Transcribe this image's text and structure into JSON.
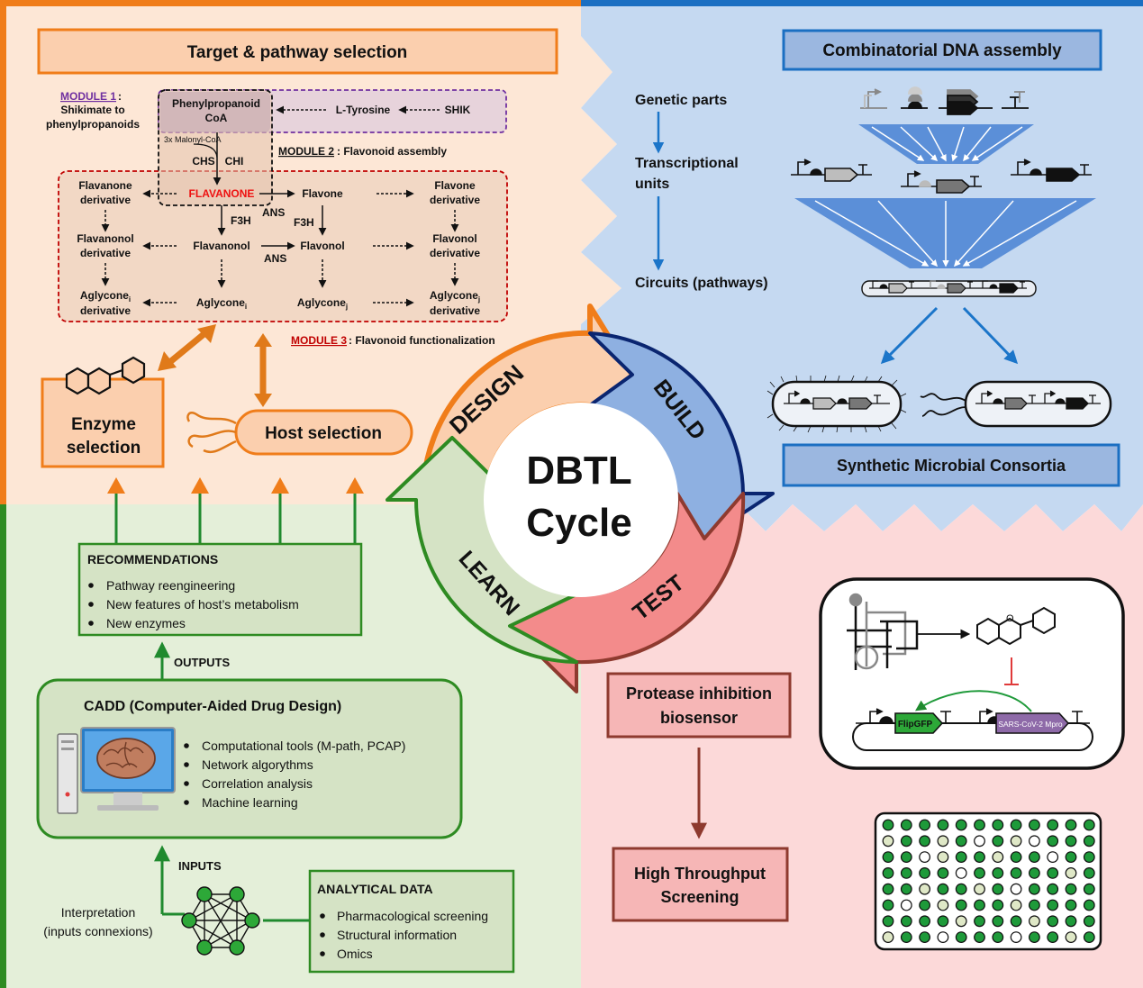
{
  "colors": {
    "design": "#f07d1a",
    "build": "#1b6fc2",
    "test": "#b5403c",
    "learn": "#2e8b22",
    "design_bg": "#fde7d6",
    "build_bg": "#c5d9f1",
    "test_bg": "#fcd9d9",
    "learn_bg": "#e4efd9"
  },
  "design": {
    "title": "Target & pathway selection",
    "module1_label": "MODULE 1",
    "module1_colon": ":",
    "module1_desc_1": "Shikimate to",
    "module1_desc_2": "phenylpropanoids",
    "module2_label": "MODULE 2",
    "module2_desc": ": Flavonoid assembly",
    "module3_label": "MODULE 3",
    "module3_desc": ": Flavonoid functionalization",
    "phenyl_1": "Phenylpropanoid",
    "phenyl_2": "CoA",
    "tyrosine": "L-Tyrosine",
    "shik": "SHIK",
    "malonyl": "3x Malonyl-CoA",
    "chs": "CHS",
    "chi": "CHI",
    "flavanone": "FLAVANONE",
    "flavone": "Flavone",
    "flavanone_deriv_1": "Flavanone",
    "flavanone_deriv_2": "derivative",
    "flavone_deriv_1": "Flavone",
    "flavone_deriv_2": "derivative",
    "f3h_1": "F3H",
    "ans_1": "ANS",
    "f3h_2": "F3H",
    "flavanonol": "Flavanonol",
    "flavonol": "Flavonol",
    "ans_2": "ANS",
    "flavanonol_deriv_1": "Flavanonol",
    "flavanonol_deriv_2": "derivative",
    "flavonol_deriv_1": "Flavonol",
    "flavonol_deriv_2": "derivative",
    "aglycone_i": "Aglycone",
    "sub_i": "i",
    "aglycone_j": "Aglycone",
    "sub_j": "j",
    "aglycone_i_deriv_1": "Aglycone",
    "aglycone_i_deriv_2": "derivative",
    "aglycone_j_deriv_1": "Aglycone",
    "aglycone_j_deriv_2": "derivative",
    "enzyme_1": "Enzyme",
    "enzyme_2": "selection",
    "host": "Host selection"
  },
  "build": {
    "title": "Combinatorial DNA assembly",
    "genetic_parts": "Genetic parts",
    "transcriptional_1": "Transcriptional",
    "transcriptional_2": "units",
    "circuits": "Circuits (pathways)",
    "consortia": "Synthetic Microbial Consortia"
  },
  "cycle": {
    "center_1": "DBTL",
    "center_2": "Cycle",
    "design": "DESIGN",
    "build": "BUILD",
    "test": "TEST",
    "learn": "LEARN"
  },
  "test": {
    "biosensor_1": "Protease inhibition",
    "biosensor_2": "biosensor",
    "hts_1": "High Throughput",
    "hts_2": "Screening",
    "flipgfp": "FlipGFP",
    "mpro": "SARS-CoV-2 Mpro",
    "plate_pattern": [
      "GGGGGGGGGGGG",
      "LGGLGWGLWGGG",
      "GGWLGGLGGWGG",
      "GGGGWGGGGGLG",
      "GGLGGLGWGGGG",
      "GWGLGGGLGGGG",
      "GGGGLGGGLGGG",
      "LGGWGGGWGGLG"
    ]
  },
  "learn": {
    "recommendations_title": "RECOMMENDATIONS",
    "recommendations": [
      "Pathway reengineering",
      "New features of host’s metabolism",
      "New enzymes"
    ],
    "outputs": "OUTPUTS",
    "cadd_title": "CADD (Computer-Aided Drug Design)",
    "cadd_items": [
      "Computational tools (M-path, PCAP)",
      "Network algorythms",
      "Correlation analysis",
      "Machine learning"
    ],
    "inputs": "INPUTS",
    "interpretation_1": "Interpretation",
    "interpretation_2": "(inputs connexions)",
    "analytical_title": "ANALYTICAL DATA",
    "analytical_items": [
      "Pharmacological screening",
      "Structural information",
      "Omics"
    ]
  }
}
